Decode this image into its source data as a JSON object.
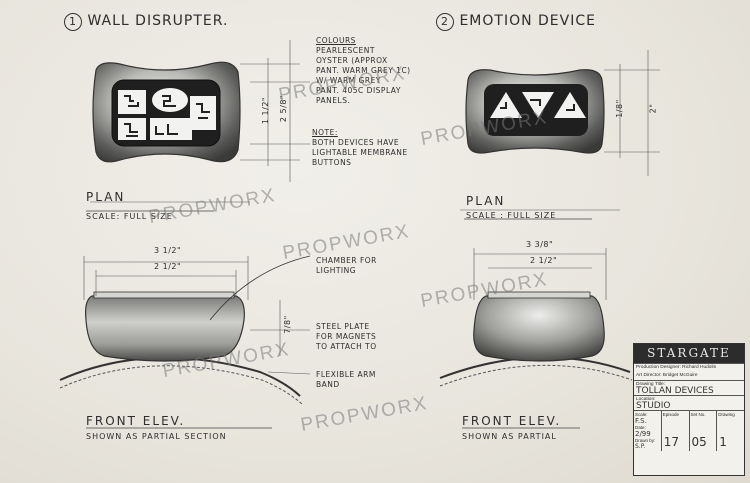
{
  "wall": {
    "number": "1",
    "title": "WALL DISRUPTER.",
    "plan_label": "PLAN",
    "plan_scale": "SCALE: FULL SIZE",
    "dim_height": "1 1/2\"",
    "dim_inner": "2 5/8\"",
    "dim_width_outer": "3 1/2\"",
    "dim_width_inner": "2 1/2\"",
    "front_dim": "7/8\"",
    "front_label": "FRONT ELEV.",
    "front_sub": "SHOWN AS PARTIAL SECTION"
  },
  "emotion": {
    "number": "2",
    "title": "EMOTION DEVICE",
    "dim_a": "1/8\"",
    "dim_b": "2\"",
    "plan_label": "PLAN",
    "plan_scale": "SCALE : FULL SIZE",
    "dim_width_outer": "3 3/8\"",
    "dim_width_inner": "2 1/2\"",
    "front_label": "FRONT ELEV.",
    "front_sub": "SHOWN AS PARTIAL"
  },
  "notes": {
    "colours_heading": "COLOURS",
    "colours_lines": [
      "PEARLESCENT",
      "OYSTER (APPROX",
      "PANT. WARM GREY 1C)",
      "W/ WARM GREY",
      "PANT. 405C DISPLAY",
      "PANELS."
    ],
    "note_heading": "NOTE:",
    "note_lines": [
      "BOTH DEVICES HAVE",
      "LIGHTABLE MEMBRANE",
      "BUTTONS"
    ],
    "callout_chamber": [
      "CHAMBER FOR",
      "LIGHTING"
    ],
    "callout_steel": [
      "STEEL PLATE",
      "FOR MAGNETS",
      "TO ATTACH TO"
    ],
    "callout_band": [
      "FLEXIBLE ARM",
      "BAND"
    ]
  },
  "watermark": "PROPWORX",
  "title_block": {
    "logo": "STARGATE",
    "designer_label": "Production Designer: Richard Hudolin",
    "director_label": "Art Director:  Bridget McGuire",
    "drawing_title_label": "Drawing Title:",
    "drawing_title": "TOLLAN DEVICES",
    "location_label": "Location:",
    "location": "STUDIO",
    "scale_label": "Scale:",
    "scale": "F.S.",
    "episode_label": "Episode",
    "episode": "17",
    "set_label": "Set No.",
    "set": "05",
    "drawing_label": "Drawing",
    "drawing": "1",
    "date_label": "Date:",
    "date": "2/99",
    "drawn_label": "Drawn by:",
    "drawn": "S.P."
  },
  "colors": {
    "paper": "#ece9e1",
    "ink": "#2b2b2b",
    "watermark": "#8a8a8a"
  }
}
